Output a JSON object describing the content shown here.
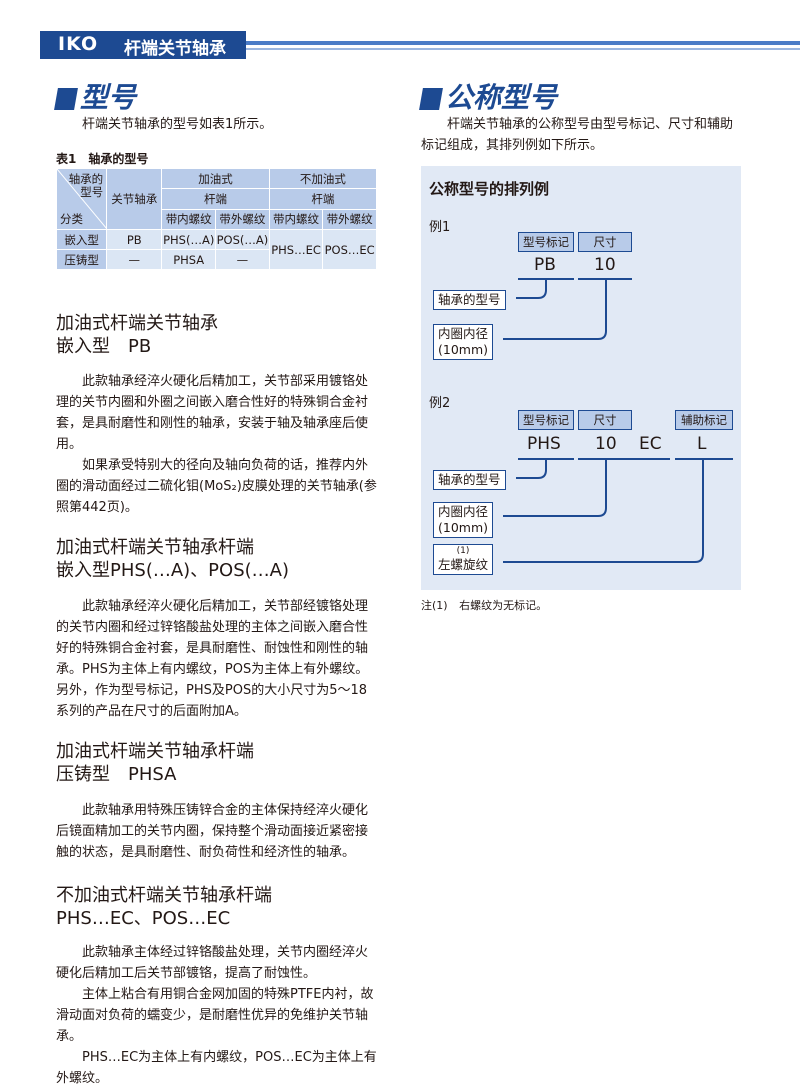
{
  "header": {
    "logo": "IKO",
    "title": "杆端关节轴承"
  },
  "left": {
    "section_title": "型号",
    "intro": "杆端关节轴承的型号如表1所示。",
    "table": {
      "caption": "表1　轴承的型号",
      "corner_top": "轴承的",
      "corner_mid": "型号",
      "corner_bottom": "分类",
      "col_joint": "关节轴承",
      "col_oiled": "加油式",
      "col_nonoil": "不加油式",
      "col_rodend": "杆端",
      "col_rodend2": "杆端",
      "col_female": "带内螺纹",
      "col_male": "带外螺纹",
      "col_female2": "带内螺纹",
      "col_male2": "带外螺纹",
      "rows": [
        {
          "label": "嵌入型",
          "joint": "PB",
          "female": "PHS(…A)",
          "male": "POS(…A)"
        },
        {
          "label": "压铸型",
          "joint": "—",
          "female": "PHSA",
          "male": "—"
        }
      ],
      "nonoil_female": "PHS…EC",
      "nonoil_male": "POS…EC"
    },
    "sections": [
      {
        "title1": "加油式杆端关节轴承",
        "title2": "嵌入型　PB",
        "paragraphs": [
          "此款轴承经淬火硬化后精加工，关节部采用镀铬处理的关节内圈和外圈之间嵌入磨合性好的特殊铜合金衬套，是具耐磨性和刚性的轴承，安装于轴及轴承座后使用。",
          "如果承受特别大的径向及轴向负荷的话，推荐内外圈的滑动面经过二硫化钼(MoS₂)皮膜处理的关节轴承(参照第442页)。"
        ]
      },
      {
        "title1": "加油式杆端关节轴承杆端",
        "title2": "嵌入型PHS(…A)、POS(…A)",
        "paragraphs": [
          "此款轴承经淬火硬化后精加工，关节部经镀铬处理的关节内圈和经过锌铬酸盐处理的主体之间嵌入磨合性好的特殊铜合金衬套，是具耐磨性、耐蚀性和刚性的轴承。PHS为主体上有内螺纹，POS为主体上有外螺纹。另外，作为型号标记，PHS及POS的大小尺寸为5～18系列的产品在尺寸的后面附加A。"
        ]
      },
      {
        "title1": "加油式杆端关节轴承杆端",
        "title2": "压铸型　PHSA",
        "paragraphs": [
          "此款轴承用特殊压铸锌合金的主体保持经淬火硬化后镜面精加工的关节内圈，保持整个滑动面接近紧密接触的状态，是具耐磨性、耐负荷性和经济性的轴承。"
        ]
      },
      {
        "title1": "不加油式杆端关节轴承杆端",
        "title2": "PHS…EC、POS…EC",
        "paragraphs": [
          "此款轴承主体经过锌铬酸盐处理，关节内圈经淬火硬化后精加工后关节部镀铬，提高了耐蚀性。",
          "主体上粘合有用铜合金网加固的特殊PTFE内衬，故滑动面对负荷的蠕变少，是耐磨性优异的免维护关节轴承。",
          "PHS…EC为主体上有内螺纹，POS…EC为主体上有外螺纹。"
        ]
      }
    ]
  },
  "right": {
    "section_title": "公称型号",
    "intro": "杆端关节轴承的公称型号由型号标记、尺寸和辅助标记组成，其排列例如下所示。",
    "diagram": {
      "title": "公称型号的排列例",
      "ex1": {
        "label": "例1",
        "tag_model": "型号标记",
        "tag_size": "尺寸",
        "code_model": "PB",
        "code_size": "10",
        "box_model": "轴承的型号",
        "box_bore1": "内圈内径",
        "box_bore2": "(10mm)"
      },
      "ex2": {
        "label": "例2",
        "tag_model": "型号标记",
        "tag_size": "尺寸",
        "tag_aux": "辅助标记",
        "code_model": "PHS",
        "code_size": "10",
        "code_ec": "EC",
        "code_aux": "L",
        "box_model": "轴承的型号",
        "box_bore1": "内圈内径",
        "box_bore2": "(10mm)",
        "box_note_mark": "(1)",
        "box_left": "左螺旋纹"
      }
    },
    "note": {
      "mark": "注(1)",
      "text": "右螺纹为无标记。"
    }
  },
  "colors": {
    "brand": "#1d4a92",
    "table_header": "#b8cbe9",
    "table_cell": "#dbe6f4",
    "diagram_bg": "#e1e9f5"
  }
}
